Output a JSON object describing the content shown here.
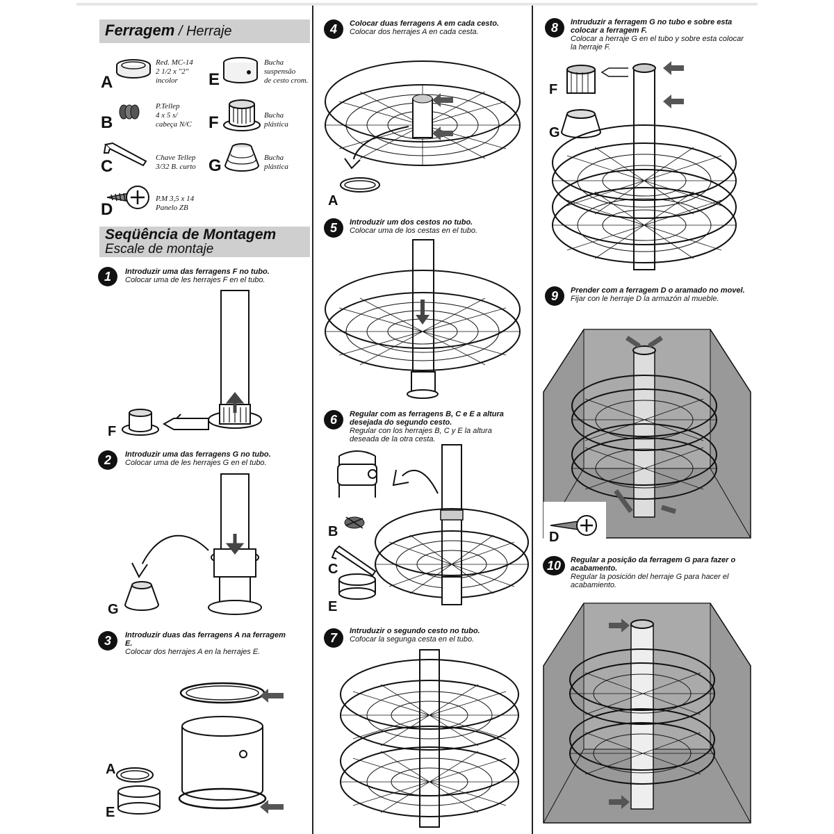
{
  "header_hardware": {
    "pt": "Ferragem",
    "sep": " / ",
    "es": "Herraje"
  },
  "parts": [
    {
      "letter": "A",
      "desc": "Red. MC-14\n2 1/2 x \"2\"\nincolor"
    },
    {
      "letter": "B",
      "desc": "P.Tellep\n4 x 5 s/\ncabeça N/C"
    },
    {
      "letter": "C",
      "desc": "Chave Tellep\n3/32 B. curto"
    },
    {
      "letter": "D",
      "desc": "P.M 3,5 x 14\nPanelo ZB"
    },
    {
      "letter": "E",
      "desc": "Bucha\nsuspensão\nde cesto crom."
    },
    {
      "letter": "F",
      "desc": "Bucha\nplástica"
    },
    {
      "letter": "G",
      "desc": "Bucha\nplástica"
    }
  ],
  "header_sequence": {
    "pt": "Seqüência de Montagem",
    "es": "Escale de montaje"
  },
  "steps": [
    {
      "n": "1",
      "pt": "Introduzir uma das ferragens F no tubo.",
      "es": "Colocar uma de les herrajes F en el tubo."
    },
    {
      "n": "2",
      "pt": "Introduzir uma das ferragens G no tubo.",
      "es": "Colocar uma de les herrajes G en el tubo."
    },
    {
      "n": "3",
      "pt": "Introduzir duas das ferragens A na ferragem E.",
      "es": "Colocar dos herrajes A en la herrajes E."
    },
    {
      "n": "4",
      "pt": "Colocar duas ferragens A em cada cesto.",
      "es": "Colocar dos herrajes A en cada cesta."
    },
    {
      "n": "5",
      "pt": "Introduzir um dos cestos no tubo.",
      "es": "Colocar uma de los cestas en el tubo."
    },
    {
      "n": "6",
      "pt": "Regular com as ferragens B, C e E a altura desejada do segundo cesto.",
      "es": "Regular con los herrajes B, C y E la altura deseada de la otra cesta."
    },
    {
      "n": "7",
      "pt": "Intruduzir o segundo cesto no tubo.",
      "es": "Cofocar la segunga cesta en el tubo."
    },
    {
      "n": "8",
      "pt": "Intruduzir a ferragem G no tubo e sobre esta colocar a ferragem F.",
      "es": "Colocar a herraje G en el tubo y sobre esta colocar la herraje F."
    },
    {
      "n": "9",
      "pt": "Prender com a ferragem D o aramado no movel.",
      "es": "Fijar con le herraje D la armazón al mueble."
    },
    {
      "n": "10",
      "pt": "Regular a posição da ferragem G para fazer o acabamento.",
      "es": "Regular la posición del herraje G para hacer el acabamiento."
    }
  ],
  "figure_labels": {
    "s1_f": "F",
    "s2_g": "G",
    "s3_a": "A",
    "s3_e": "E",
    "s4_a": "A",
    "s6_b": "B",
    "s6_c": "C",
    "s6_e": "E",
    "s8_f": "F",
    "s8_g": "G",
    "s9_d": "D"
  }
}
